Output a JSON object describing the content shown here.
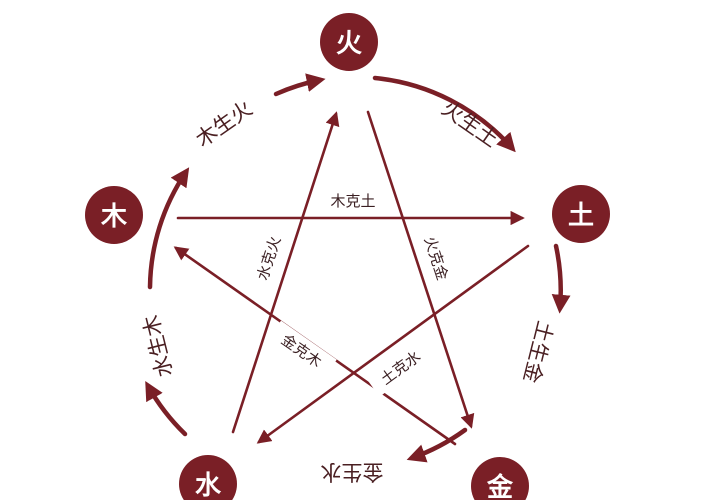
{
  "colors": {
    "primary": "#7a1f26",
    "background": "#ffffff"
  },
  "elements": {
    "fire": "火",
    "earth": "土",
    "metal": "金",
    "water": "水",
    "wood": "木"
  },
  "generating": {
    "wood_fire": "木生火",
    "fire_earth": "火生土",
    "earth_metal": "土生金",
    "metal_water": "金生水",
    "water_wood": "水生木"
  },
  "controlling": {
    "wood_earth": "木克土",
    "fire_metal": "火克金",
    "earth_water": "土克水",
    "metal_wood": "金克木",
    "water_fire": "水克火"
  }
}
